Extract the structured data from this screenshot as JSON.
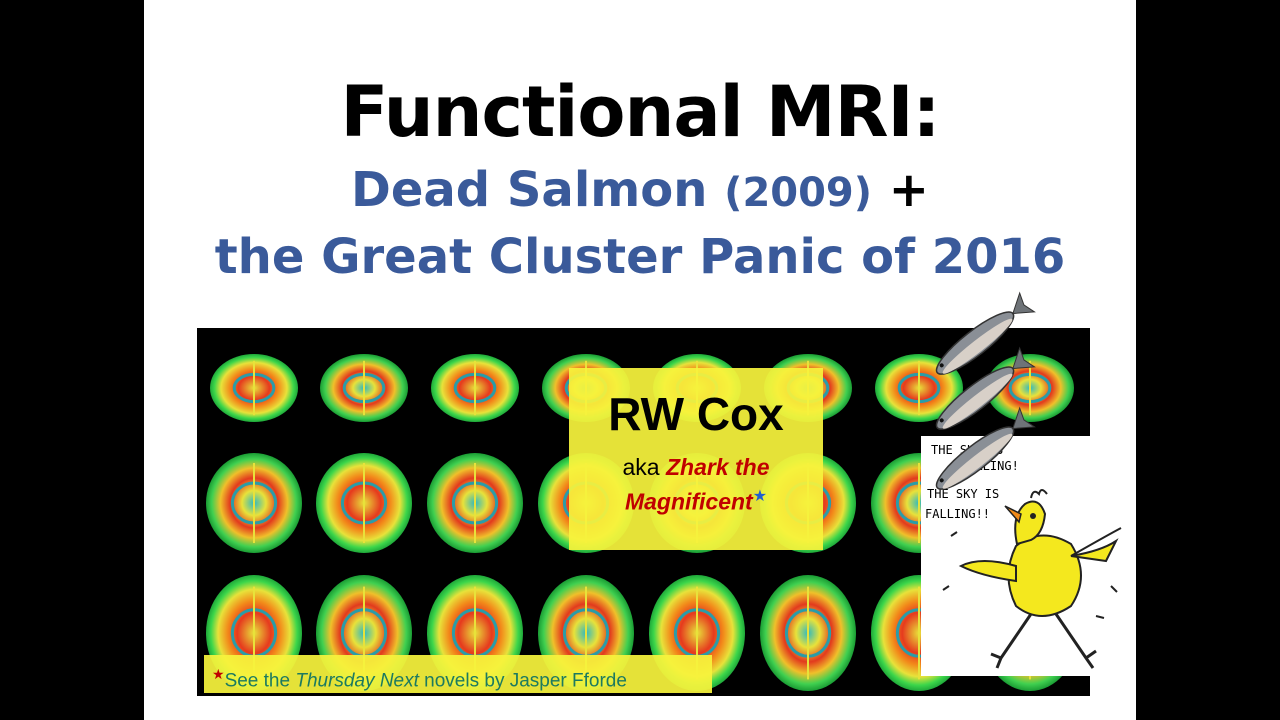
{
  "slide": {
    "title": "Functional MRI:",
    "subtitle_line1_a": "Dead Salmon",
    "subtitle_line1_year": "(2009)",
    "subtitle_line1_plus": "+",
    "subtitle_line2": "the Great Cluster Panic of 2016"
  },
  "cox_box": {
    "name": "RW Cox",
    "aka_prefix": "aka",
    "aka_name_1": "Zhark the",
    "aka_name_2": "Magnificent",
    "star": "★"
  },
  "footnote": {
    "star": "★",
    "before": "See the",
    "italic": "Thursday Next",
    "after": "novels by Jasper Fforde"
  },
  "chicken": {
    "text_line1": "THE SKY IS",
    "text_line2": "FALLING!",
    "text_line3": "THE SKY IS",
    "text_line4": "FALLING!!"
  },
  "colors": {
    "subtitle_blue": "#3a5a9a",
    "highlight_yellow": "#f6f33c",
    "accent_red": "#c00000",
    "footnote_green": "#1c7a60"
  }
}
